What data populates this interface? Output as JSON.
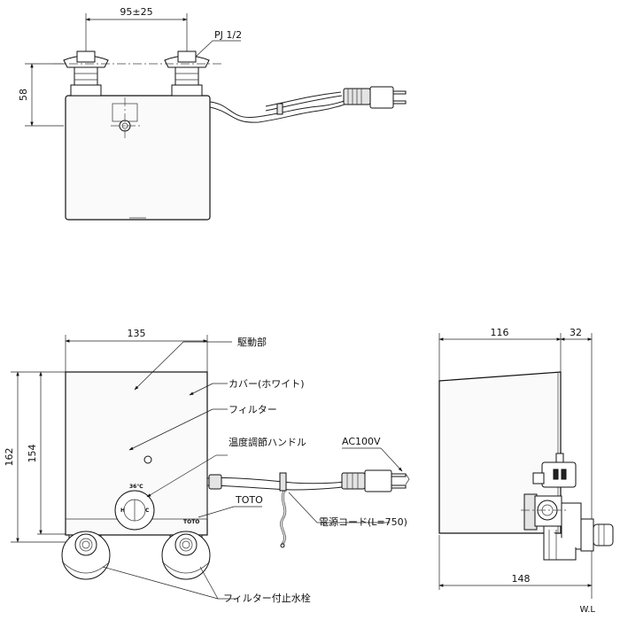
{
  "dimensions": {
    "top_width": "95±25",
    "top_height": "58",
    "front_width": "135",
    "front_height_outer": "162",
    "front_height_inner": "154",
    "side_width": "116",
    "side_offset": "32",
    "side_depth": "148"
  },
  "labels": {
    "pipe_thread": "PJ 1/2",
    "drive_unit": "駆動部",
    "cover": "カバー(ホワイト)",
    "filter": "フィルター",
    "temp_handle": "温度調節ハンドル",
    "ac_voltage": "AC100V",
    "brand": "TOTO",
    "power_cord": "電源コード(L=750)",
    "filter_stop_valve": "フィルター付止水栓",
    "water_level": "W.L",
    "dial_temp": "36℃",
    "dial_h": "H",
    "dial_c": "C",
    "dial_brand": "TOTO"
  }
}
